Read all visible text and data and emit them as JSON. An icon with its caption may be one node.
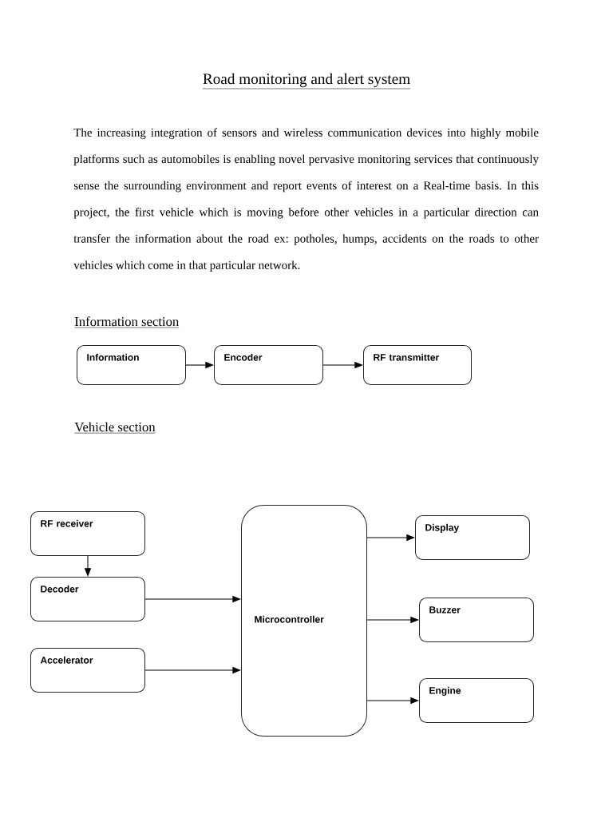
{
  "diagram": {
    "title": "Road monitoring and alert system",
    "nodes": [
      {
        "text": [
          "Information"
        ]
      },
      {
        "text": [
          "Encoder"
        ]
      },
      {
        "text": [
          "RF transmitter"
        ]
      },
      {
        "text": [
          "RF receiver"
        ]
      },
      {
        "text": [
          "Decoder"
        ]
      },
      {
        "text": [
          "Accelerator"
        ]
      },
      {
        "text": [
          "Microcontroller"
        ]
      },
      {
        "text": [
          "Display"
        ]
      },
      {
        "text": [
          "Buzzer"
        ]
      },
      {
        "text": [
          "Engine"
        ]
      }
    ],
    "edges": [
      {
        "from": 0,
        "to": 1,
        "arrow": "to"
      },
      {
        "from": 1,
        "to": 2,
        "arrow": "to"
      },
      {
        "from": 3,
        "to": 4,
        "arrow": "to"
      },
      {
        "from": 4,
        "to": 6,
        "arrow": "to"
      },
      {
        "from": 5,
        "to": 6,
        "arrow": "to"
      },
      {
        "from": 6,
        "to": 7,
        "arrow": "to"
      },
      {
        "from": 6,
        "to": 8,
        "arrow": "to"
      },
      {
        "from": 6,
        "to": 9,
        "arrow": "to"
      }
    ],
    "labels": [
      "The increasing integration of sensors and wireless communication devices into highly mobile platforms such as automobiles is enabling novel pervasive monitoring services that continuously sense the surrounding environment and report events of interest on a Real-time basis. In this project, the first vehicle which is moving before other vehicles in a particular direction can transfer the information about the road ex: potholes, humps, accidents on the roads to other vehicles which come in that particular network.",
      "Information section",
      "Vehicle section"
    ]
  }
}
